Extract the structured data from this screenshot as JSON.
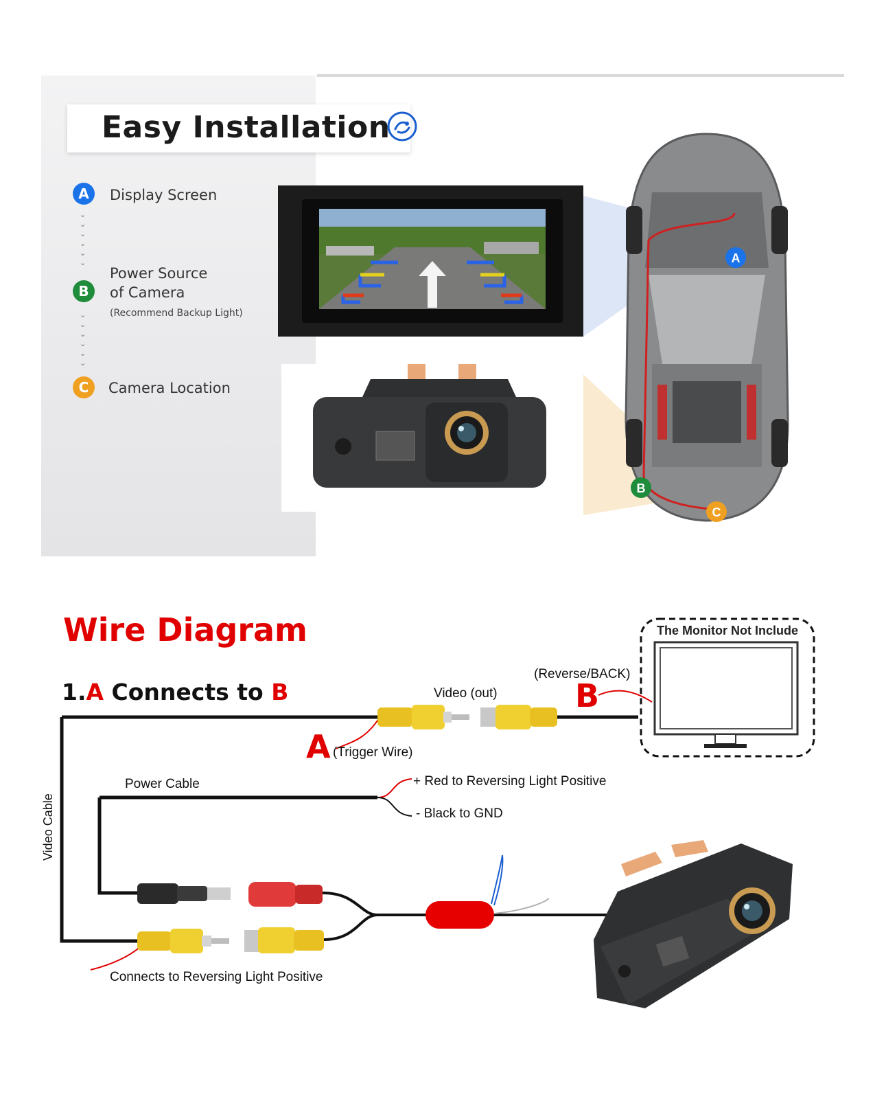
{
  "install": {
    "title": "Easy Installation",
    "icon": "wrench-circle-icon",
    "items": [
      {
        "badge": "A",
        "label": "Display Screen",
        "color": "#1a73e8"
      },
      {
        "badge": "B",
        "label_line1": "Power Source",
        "label_line2": "of Camera",
        "note": "(Recommend Backup Light)",
        "color": "#1e8c3a"
      },
      {
        "badge": "C",
        "label": "Camera Location",
        "color": "#f0a020"
      }
    ],
    "car_markers": [
      "A",
      "B",
      "C"
    ]
  },
  "wire": {
    "title": "Wire Diagram",
    "step_prefix": "1.",
    "step_a": "A",
    "step_middle": " Connects to ",
    "step_b": "B",
    "monitor_label": "The Monitor Not Include",
    "reverse_label": "(Reverse/BACK)",
    "marker_b": "B",
    "video_out": "Video (out)",
    "marker_a": "A",
    "trigger_wire": "(Trigger Wire)",
    "power_cable": "Power Cable",
    "red_positive": "+ Red to Reversing Light Positive",
    "black_gnd": "- Black to GND",
    "video_cable": "Video Cable",
    "bottom_label": "Connects to Reversing Light Positive"
  }
}
